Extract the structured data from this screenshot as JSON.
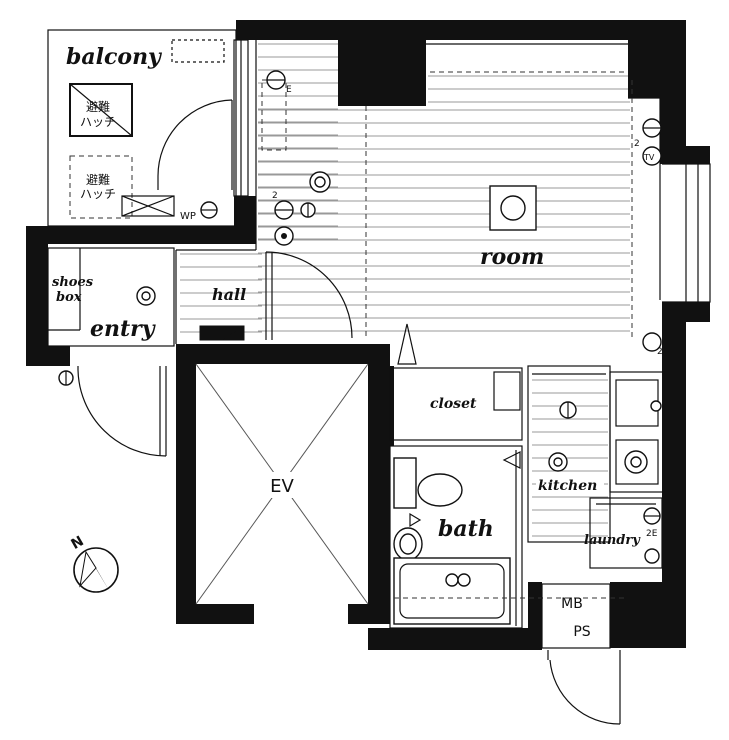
{
  "rooms": {
    "balcony": "balcony",
    "room": "room",
    "hall": "hall",
    "entry": "entry",
    "shoes_box": [
      "shoes",
      "box"
    ],
    "closet": "closet",
    "kitchen": "kitchen",
    "bath": "bath",
    "laundry": "laundry",
    "elevator": "EV",
    "meter_box": "MB",
    "pipe_space": "PS"
  },
  "hatches": [
    {
      "line1": "避難",
      "line2": "ハッチ"
    },
    {
      "line1": "避難",
      "line2": "ハッチ"
    }
  ],
  "symbols": {
    "wp": "WP",
    "tv": "TV",
    "e": "E",
    "two_a": "2",
    "two_b": "2",
    "two_c": "2",
    "two_e": "2E",
    "north": "N"
  }
}
